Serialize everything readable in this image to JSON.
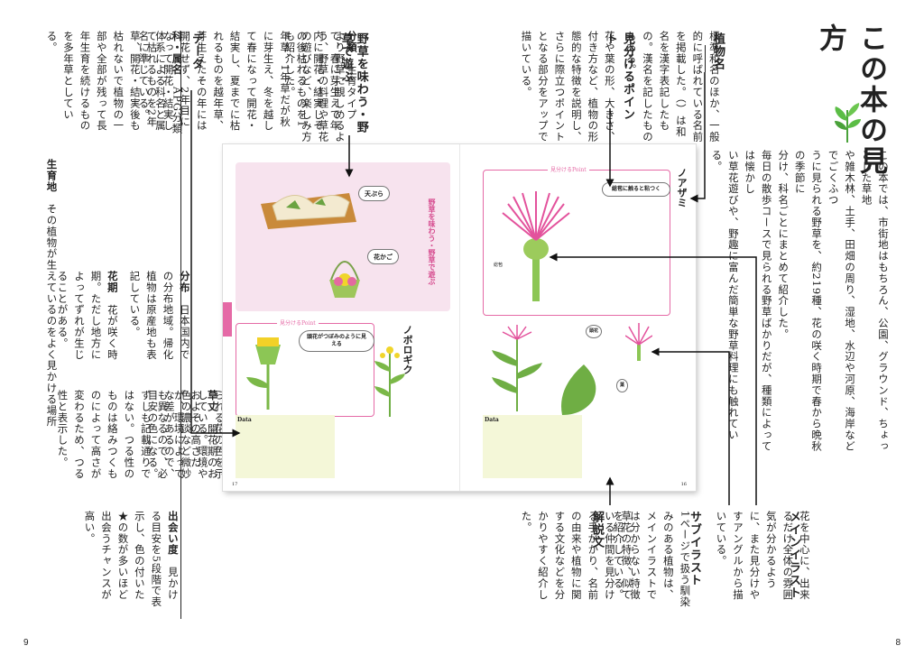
{
  "title": "この本の見方",
  "intro": [
    "この本では、市街地はもちろん、公園、グラウンド、ちょっとした草地",
    "や雑木林、土手、田畑の周り、湿地、水辺や河原、海岸などでごくふつ",
    "うに見られる野草を、約219種、花の咲く時期で春から晩秋の季節に",
    "分け、科名ごとにまとめて紹介した。",
    "毎日の散歩コースで見られる野草ばかりだが、種類によっては懐かし",
    "い草花遊びや、野趣に富んだ簡単な野草料理にも触れている。"
  ],
  "sections": {
    "plant_name": {
      "label": "植物名",
      "text": "標準和名のほか、一般的に呼ばれている名前を掲載した。（）は和名を漢字表記したもの。漢名を記したものもある。"
    },
    "main_illust": {
      "label": "メインイラスト",
      "text": "花を中心に、出来るだけ全体の雰囲気が分かるように、また見分けやすアングルから描いている。"
    },
    "sub_illust": {
      "label": "サブイラスト",
      "text": "1ページで扱う馴染みのある植物は、メインイラストでは分からない特徴を紹介している。"
    },
    "points": {
      "label": "見分けるポイント",
      "text": "花や葉の形、大きさ、付き方など、植物の形態的な特徴を説明し、さらに際立つポイントとなる部分をアップで描いている。"
    },
    "explain": {
      "label": "解説文",
      "text": "草花の特徴、似ている仲間を見分ける手がかり、名前の由来や植物に関する文化などを分かりやすく紹介した。"
    },
    "enjoy": {
      "label": "野草を味わう・野草で遊ぶ",
      "text": "より野草に親しめるよう、野草の料理や草花の遊びなど、楽しみ方も紹介した。"
    }
  },
  "data_section": {
    "label": "データ",
    "items": [
      {
        "term": "科・属名",
        "text": "APG分類体系による科名と属名に準じている。"
      },
      {
        "term": "分類",
        "text": "生育タイプで、春に芽生えて年内に開花・結実しその後枯れるものを1年草、1年草だが秋に芽生え、冬を越して春になって開花・結実し、夏までに枯れるものを越年草、芽生えたその年には開花せず、2年目になって開花・結実して枯れるものを2年草、開花・結実後も枯れないで植物の一部や全部が残って長年生育を続けるものを多年草としている。"
      },
      {
        "term": "生育地",
        "text": "その植物が生えているのをよく見かける場所"
      },
      {
        "term": "分布",
        "text": "日本国内での分布地域。帰化植物は原産地も表記している。"
      },
      {
        "term": "花期",
        "text": "花が咲く時期。ただし地方によってずれが生じることがある。"
      },
      {
        "term": "花色",
        "text": "ふつうに見られる花の色を示している。環境や色の濃淡など微妙な差があるので、目安の色になる。"
      },
      {
        "term": "草丈",
        "text": "開花期のおおよその高さだが、環境によっても異なるので、必ずしも記載通りではない。つる性のものは絡みつくものによって高さが変わるため、つる性と表示した。"
      },
      {
        "term": "出会い度",
        "text": "見かける目安を5段階で表示し、色の付いた★の数が多いほど出会うチャンスが高い。"
      }
    ]
  },
  "spread": {
    "enjoy_label": "野草を味わう・野草で遊ぶ",
    "tempura": "天ぷら",
    "flower_basket": "花かご",
    "nobirogiku": "ノボロギク",
    "noazami": "ノアザミ",
    "point_title_left": "頭花がつぼみのように見える",
    "point_title_right": "総苞に触ると粘つく",
    "point_badge": "見分けるPoint",
    "bract": "総苞",
    "head": "頭花",
    "leaf": "葉",
    "data_label": "Data",
    "page_left": "17",
    "page_right": "16"
  },
  "page_numbers": {
    "left": "9",
    "right": "8"
  },
  "colors": {
    "accent": "#e56aa6",
    "tableBg": "#f4f7d8",
    "sidebar": "#f7e3ee"
  }
}
